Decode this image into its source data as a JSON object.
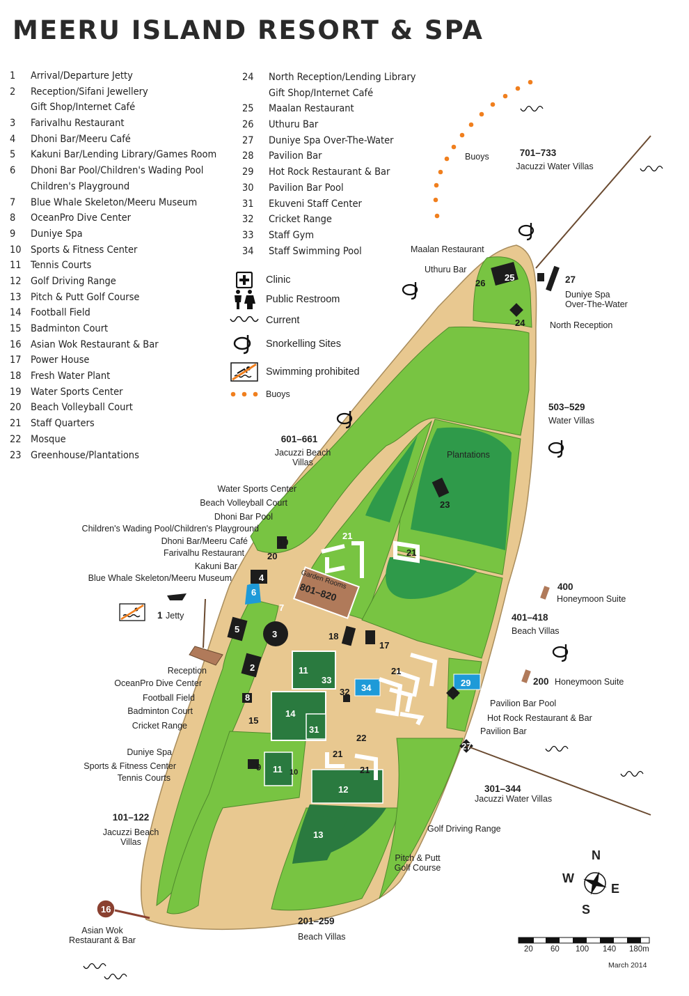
{
  "title": "MEERU ISLAND RESORT & SPA",
  "legend_a": [
    {
      "n": "1",
      "t": "Arrival/Departure Jetty"
    },
    {
      "n": "2",
      "t": "Reception/Sifani Jewellery"
    },
    {
      "n": "",
      "t": "Gift Shop/Internet Café"
    },
    {
      "n": "3",
      "t": "Farivalhu Restaurant"
    },
    {
      "n": "4",
      "t": "Dhoni Bar/Meeru Café"
    },
    {
      "n": "5",
      "t": "Kakuni Bar/Lending Library/Games Room"
    },
    {
      "n": "6",
      "t": "Dhoni Bar Pool/Children's Wading Pool"
    },
    {
      "n": "",
      "t": "Children's Playground"
    },
    {
      "n": "7",
      "t": "Blue Whale Skeleton/Meeru Museum"
    },
    {
      "n": "8",
      "t": "OceanPro Dive Center"
    },
    {
      "n": "9",
      "t": "Duniye Spa"
    },
    {
      "n": "10",
      "t": "Sports & Fitness Center"
    },
    {
      "n": "11",
      "t": "Tennis Courts"
    },
    {
      "n": "12",
      "t": "Golf Driving Range"
    },
    {
      "n": "13",
      "t": "Pitch & Putt Golf Course"
    },
    {
      "n": "14",
      "t": "Football Field"
    },
    {
      "n": "15",
      "t": "Badminton Court"
    },
    {
      "n": "16",
      "t": "Asian Wok Restaurant & Bar"
    },
    {
      "n": "17",
      "t": "Power House"
    },
    {
      "n": "18",
      "t": "Fresh Water Plant"
    },
    {
      "n": "19",
      "t": "Water Sports Center"
    },
    {
      "n": "20",
      "t": "Beach Volleyball Court"
    },
    {
      "n": "21",
      "t": "Staff Quarters"
    },
    {
      "n": "22",
      "t": "Mosque"
    },
    {
      "n": "23",
      "t": "Greenhouse/Plantations"
    }
  ],
  "legend_b": [
    {
      "n": "24",
      "t": "North Reception/Lending Library"
    },
    {
      "n": "",
      "t": "Gift Shop/Internet Café"
    },
    {
      "n": "25",
      "t": "Maalan Restaurant"
    },
    {
      "n": "26",
      "t": "Uthuru Bar"
    },
    {
      "n": "27",
      "t": "Duniye Spa  Over-The-Water"
    },
    {
      "n": "28",
      "t": "Pavilion Bar"
    },
    {
      "n": "29",
      "t": "Hot Rock Restaurant & Bar"
    },
    {
      "n": "30",
      "t": "Pavilion Bar Pool"
    },
    {
      "n": "31",
      "t": "Ekuveni Staff Center"
    },
    {
      "n": "32",
      "t": "Cricket Range"
    },
    {
      "n": "33",
      "t": "Staff Gym"
    },
    {
      "n": "34",
      "t": "Staff Swimming Pool"
    }
  ],
  "symbols": [
    {
      "icon": "clinic-icon",
      "t": "Clinic"
    },
    {
      "icon": "restroom-icon",
      "t": "Public Restroom"
    },
    {
      "icon": "current-icon",
      "t": "Current"
    },
    {
      "icon": "snorkel-icon",
      "t": "Snorkelling Sites"
    },
    {
      "icon": "no-swimming-icon",
      "t": "Swimming prohibited"
    },
    {
      "icon": "buoys-icon",
      "t": "Buoys"
    }
  ],
  "colors": {
    "island": "#78c442",
    "sand": "#e8c890",
    "field": "#2f8a45",
    "pool": "#1e9ad8",
    "buoy": "#f07f1e",
    "building": "#1c1c1c",
    "villa": "#b07a5a"
  },
  "map_labels": {
    "buoys": "Buoys",
    "v701_num": "701–733",
    "v701_txt": "Jacuzzi Water Villas",
    "maalan": "Maalan Restaurant",
    "uthuru": "Uthuru Bar",
    "v27_num": "27",
    "duniye_ow": "Duniye Spa\nOver-The-Water",
    "north_rec": "North Reception",
    "v503_num": "503–529",
    "v503_txt": "Water Villas",
    "v601_num": "601–661",
    "v601_txt": "Jacuzzi Beach\nVillas",
    "plantations": "Plantations",
    "ws_center": "Water Sports Center",
    "bv_court": "Beach Volleyball Court",
    "dhoni_pool": "Dhoni Bar Pool",
    "cwp": "Children's Wading Pool/Children's Playground",
    "dhoni_bar": "Dhoni Bar/Meeru Café",
    "farivalhu": "Farivalhu Restaurant",
    "kakuni": "Kakuni Bar",
    "bluewhale": "Blue Whale Skeleton/Meeru Museum",
    "garden": "Garden Rooms",
    "garden_num": "801–820",
    "jetty_num": "1",
    "jetty_txt": "Jetty",
    "v400_num": "400",
    "v400_txt": "Honeymoon Suite",
    "v401_num": "401–418",
    "v401_txt": "Beach Villas",
    "v200_num": "200",
    "v200_txt": "Honeymoon Suite",
    "reception": "Reception",
    "oceanpro": "OceanPro Dive Center",
    "football": "Football Field",
    "badminton": "Badminton Court",
    "cricket": "Cricket Range",
    "pbpool": "Pavilion Bar Pool",
    "hotrock": "Hot Rock Restaurant & Bar",
    "pavbar": "Pavilion Bar",
    "duniye": "Duniye Spa",
    "sports": "Sports & Fitness Center",
    "tennis": "Tennis Courts",
    "v301_num": "301–344",
    "v301_txt": "Jacuzzi Water Villas",
    "v101_num": "101–122",
    "v101_txt": "Jacuzzi Beach\nVillas",
    "golfdr": "Golf Driving Range",
    "pitch": "Pitch & Putt\nGolf Course",
    "asian": "Asian Wok\nRestaurant & Bar",
    "v201_num": "201–259",
    "v201_txt": "Beach Villas"
  },
  "compass": {
    "n": "N",
    "s": "S",
    "e": "E",
    "w": "W"
  },
  "scale": {
    "ticks": [
      "20",
      "60",
      "100",
      "140",
      "180m"
    ],
    "date": "March 2014"
  }
}
